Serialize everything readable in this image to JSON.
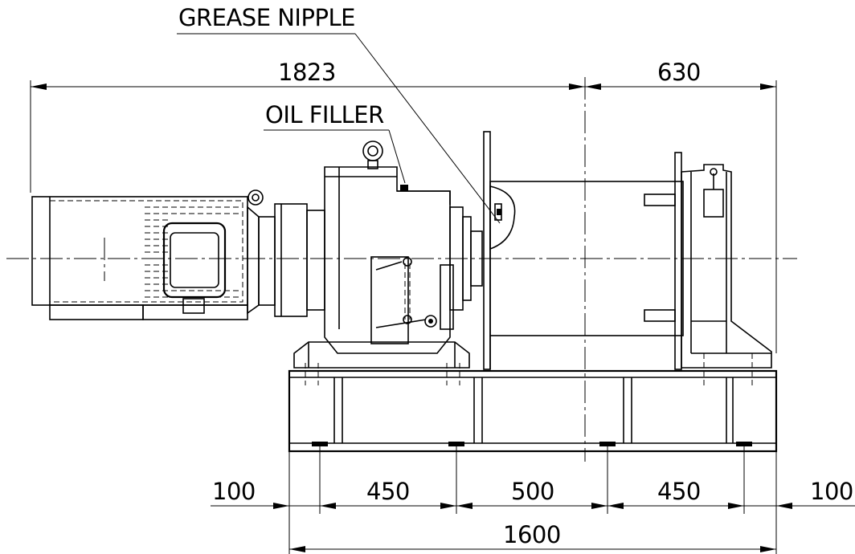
{
  "labels": {
    "grease_nipple": "GREASE NIPPLE",
    "oil_filler": "OIL FILLER"
  },
  "dimensions": {
    "overall_length": "1823",
    "drum_offset": "630",
    "base_length": "1600",
    "end_offset_left": "100",
    "spacing_1": "450",
    "spacing_2": "500",
    "spacing_3": "450",
    "end_offset_right": "100"
  }
}
